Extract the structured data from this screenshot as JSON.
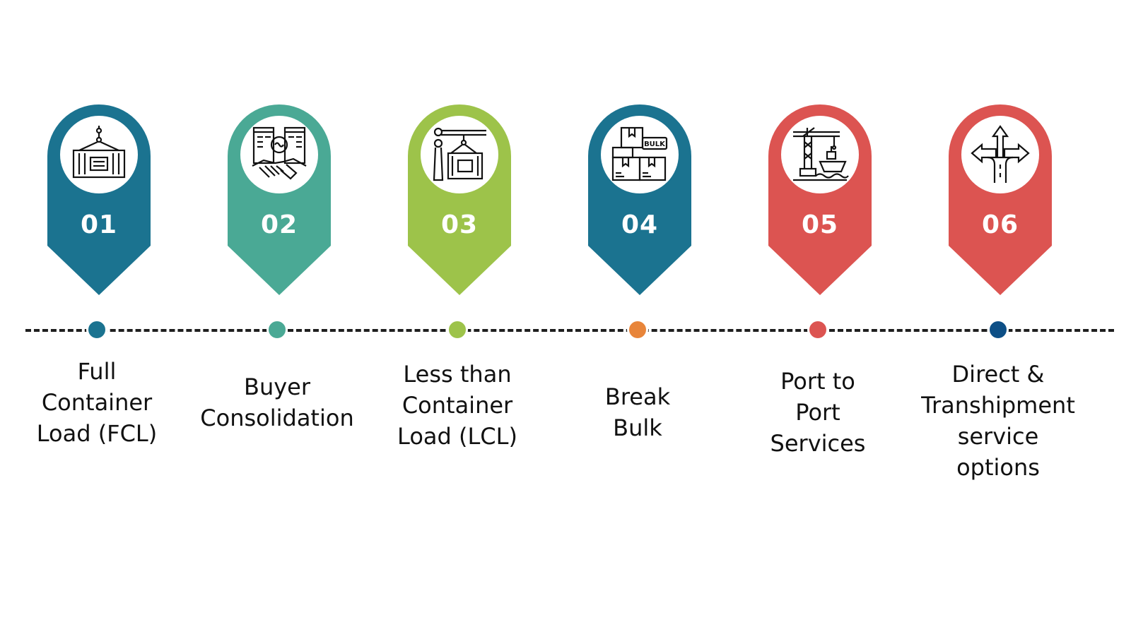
{
  "colors": {
    "dark_teal": "#1b7390",
    "sea_green": "#4aa995",
    "lime": "#9dc34a",
    "orange": "#e8853a",
    "coral": "#dc5451",
    "navy": "#0d4f86",
    "line": "#1f1f1f"
  },
  "steps": [
    {
      "number": "01",
      "label_lines": [
        "Full",
        "Container",
        "Load (FCL)"
      ],
      "icon": "shipping-container-icon"
    },
    {
      "number": "02",
      "label_lines": [
        "Buyer",
        "Consolidation"
      ],
      "icon": "handshake-buildings-icon"
    },
    {
      "number": "03",
      "label_lines": [
        "Less than",
        "Container",
        "Load (LCL)"
      ],
      "icon": "crane-container-icon"
    },
    {
      "number": "04",
      "label_lines": [
        "Break",
        "Bulk"
      ],
      "icon": "bulk-boxes-icon",
      "bulk_text": "BULK"
    },
    {
      "number": "05",
      "label_lines": [
        "Port to",
        "Port",
        "Services"
      ],
      "icon": "port-ship-crane-icon"
    },
    {
      "number": "06",
      "label_lines": [
        "Direct &",
        "Transhipment",
        "service",
        "options"
      ],
      "icon": "split-road-arrows-icon"
    }
  ]
}
